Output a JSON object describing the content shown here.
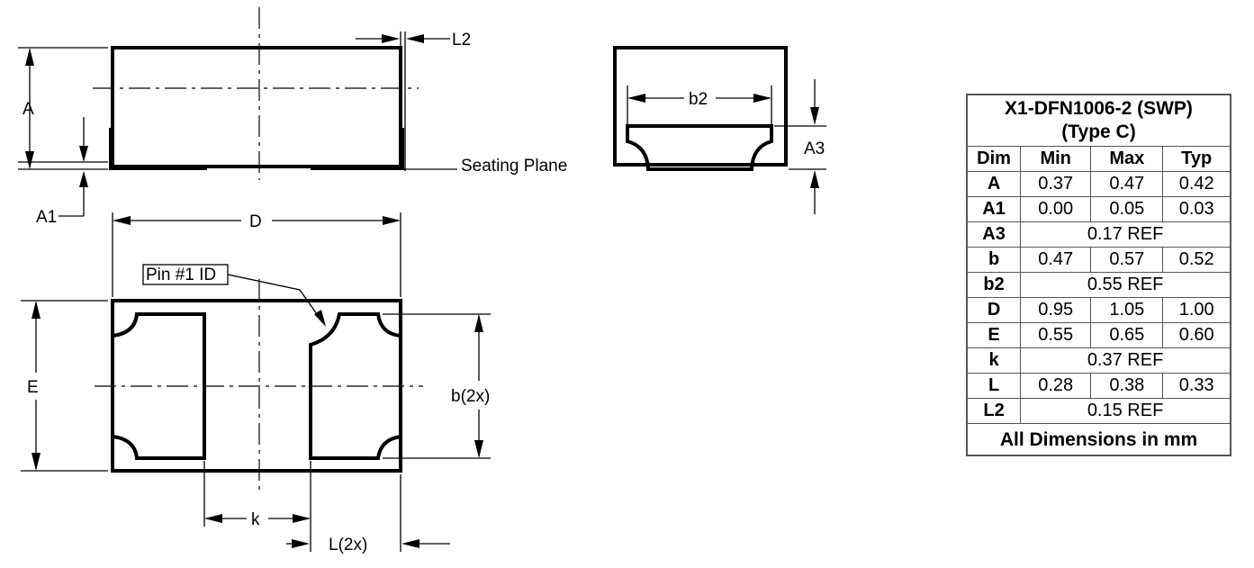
{
  "drawing": {
    "labels": {
      "A": "A",
      "A1": "A1",
      "L2": "L2",
      "seating_plane": "Seating Plane",
      "D": "D",
      "E": "E",
      "pin1": "Pin #1 ID",
      "b2": "b2",
      "A3": "A3",
      "b_2x": "b(2x)",
      "k": "k",
      "L_2x": "L(2x)"
    }
  },
  "table": {
    "title_line1": "X1-DFN1006-2 (SWP)",
    "title_line2": "(Type C)",
    "headers": [
      "Dim",
      "Min",
      "Max",
      "Typ"
    ],
    "rows": [
      {
        "dim": "A",
        "min": "0.37",
        "max": "0.47",
        "typ": "0.42"
      },
      {
        "dim": "A1",
        "min": "0.00",
        "max": "0.05",
        "typ": "0.03"
      },
      {
        "dim": "A3",
        "ref": "0.17 REF"
      },
      {
        "dim": "b",
        "min": "0.47",
        "max": "0.57",
        "typ": "0.52"
      },
      {
        "dim": "b2",
        "ref": "0.55 REF"
      },
      {
        "dim": "D",
        "min": "0.95",
        "max": "1.05",
        "typ": "1.00"
      },
      {
        "dim": "E",
        "min": "0.55",
        "max": "0.65",
        "typ": "0.60"
      },
      {
        "dim": "k",
        "ref": "0.37 REF"
      },
      {
        "dim": "L",
        "min": "0.28",
        "max": "0.38",
        "typ": "0.33"
      },
      {
        "dim": "L2",
        "ref": "0.15 REF"
      }
    ],
    "footer": "All Dimensions in mm"
  }
}
